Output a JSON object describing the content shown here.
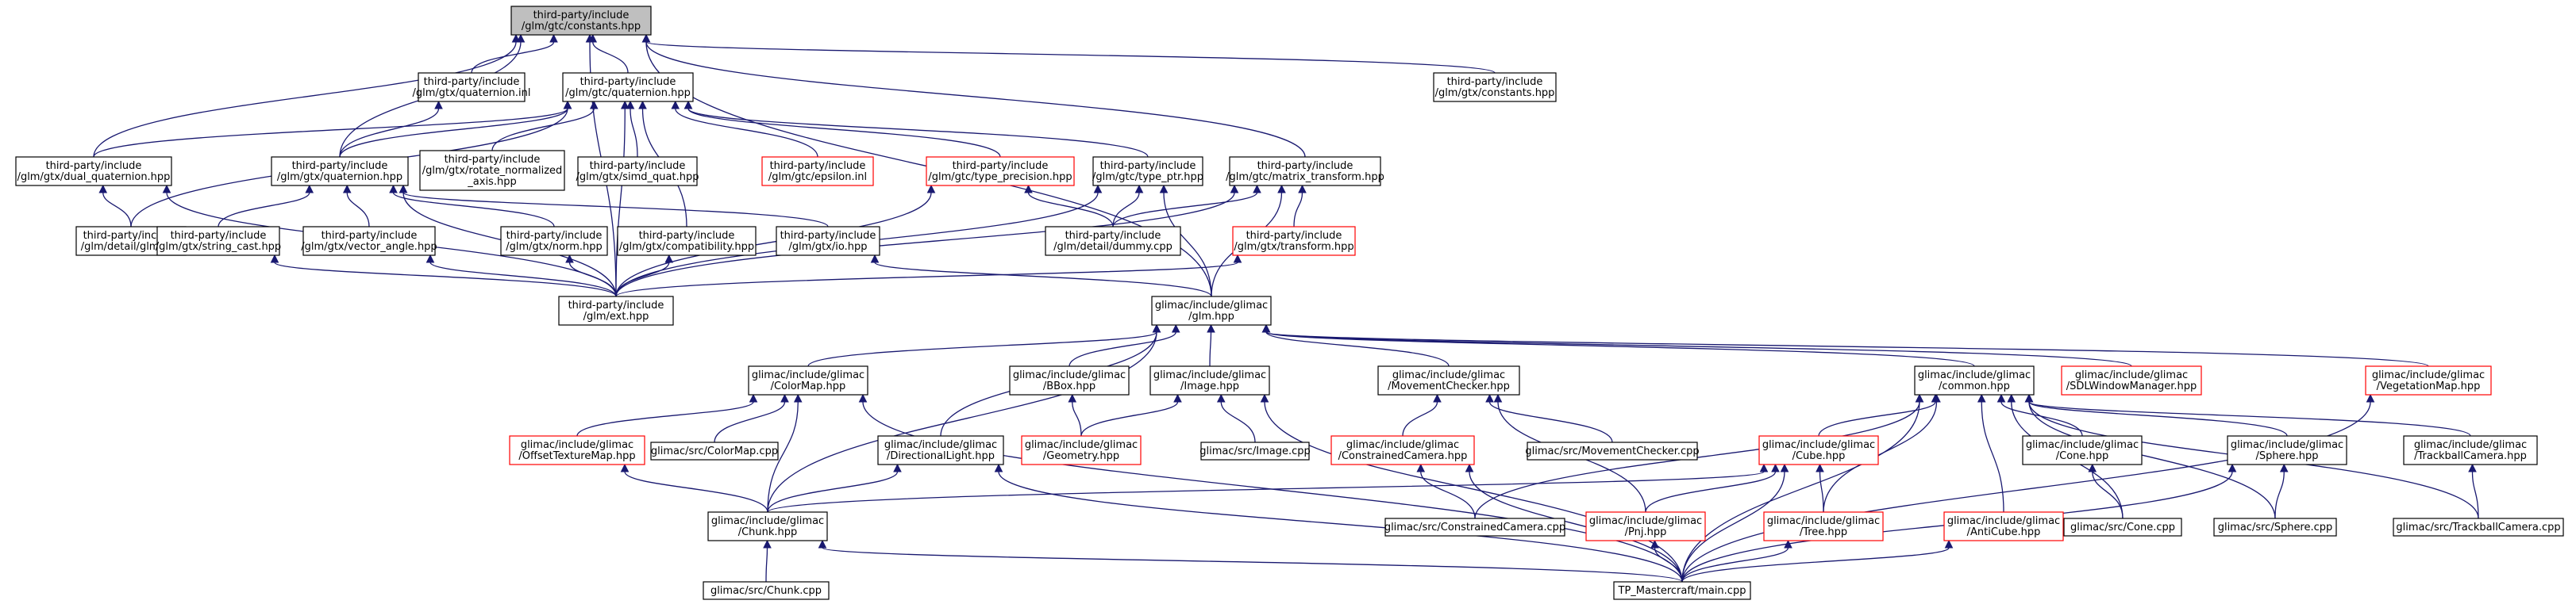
{
  "diagram": {
    "nodes": [
      {
        "id": "root",
        "lines": [
          "third-party/include",
          "/glm/gtc/constants.hpp"
        ],
        "style": "root"
      },
      {
        "id": "quatinl",
        "lines": [
          "third-party/include",
          "/glm/gtx/quaternion.inl"
        ],
        "style": "black"
      },
      {
        "id": "gtcquat",
        "lines": [
          "third-party/include",
          "/glm/gtc/quaternion.hpp"
        ],
        "style": "black"
      },
      {
        "id": "gtxconst",
        "lines": [
          "third-party/include",
          "/glm/gtx/constants.hpp"
        ],
        "style": "black"
      },
      {
        "id": "dualq",
        "lines": [
          "third-party/include",
          "/glm/gtx/dual_quaternion.hpp"
        ],
        "style": "black"
      },
      {
        "id": "gtxquat",
        "lines": [
          "third-party/include",
          "/glm/gtx/quaternion.hpp"
        ],
        "style": "black"
      },
      {
        "id": "rotnorm",
        "lines": [
          "third-party/include",
          "/glm/gtx/rotate_normalized",
          "_axis.hpp"
        ],
        "style": "black"
      },
      {
        "id": "simdq",
        "lines": [
          "third-party/include",
          "/glm/gtx/simd_quat.hpp"
        ],
        "style": "black"
      },
      {
        "id": "epsinl",
        "lines": [
          "third-party/include",
          "/glm/gtc/epsilon.inl"
        ],
        "style": "red"
      },
      {
        "id": "typeprec",
        "lines": [
          "third-party/include",
          "/glm/gtc/type_precision.hpp"
        ],
        "style": "red"
      },
      {
        "id": "typeptr",
        "lines": [
          "third-party/include",
          "/glm/gtc/type_ptr.hpp"
        ],
        "style": "black"
      },
      {
        "id": "mattrans",
        "lines": [
          "third-party/include",
          "/glm/gtc/matrix_transform.hpp"
        ],
        "style": "black"
      },
      {
        "id": "glmcpp",
        "lines": [
          "third-party/include",
          "/glm/detail/glm.cpp"
        ],
        "style": "black"
      },
      {
        "id": "strcast",
        "lines": [
          "third-party/include",
          "/glm/gtx/string_cast.hpp"
        ],
        "style": "black"
      },
      {
        "id": "vecang",
        "lines": [
          "third-party/include",
          "/glm/gtx/vector_angle.hpp"
        ],
        "style": "black"
      },
      {
        "id": "norm",
        "lines": [
          "third-party/include",
          "/glm/gtx/norm.hpp"
        ],
        "style": "black"
      },
      {
        "id": "compat",
        "lines": [
          "third-party/include",
          "/glm/gtx/compatibility.hpp"
        ],
        "style": "black"
      },
      {
        "id": "io",
        "lines": [
          "third-party/include",
          "/glm/gtx/io.hpp"
        ],
        "style": "black"
      },
      {
        "id": "dummy",
        "lines": [
          "third-party/include",
          "/glm/detail/dummy.cpp"
        ],
        "style": "black"
      },
      {
        "id": "gtxtrans",
        "lines": [
          "third-party/include",
          "/glm/gtx/transform.hpp"
        ],
        "style": "red"
      },
      {
        "id": "ext",
        "lines": [
          "third-party/include",
          "/glm/ext.hpp"
        ],
        "style": "black"
      },
      {
        "id": "glmhpp",
        "lines": [
          "glimac/include/glimac",
          "/glm.hpp"
        ],
        "style": "black"
      },
      {
        "id": "colormap",
        "lines": [
          "glimac/include/glimac",
          "/ColorMap.hpp"
        ],
        "style": "black"
      },
      {
        "id": "bbox",
        "lines": [
          "glimac/include/glimac",
          "/BBox.hpp"
        ],
        "style": "black"
      },
      {
        "id": "image",
        "lines": [
          "glimac/include/glimac",
          "/Image.hpp"
        ],
        "style": "black"
      },
      {
        "id": "movchk",
        "lines": [
          "glimac/include/glimac",
          "/MovementChecker.hpp"
        ],
        "style": "black"
      },
      {
        "id": "common",
        "lines": [
          "glimac/include/glimac",
          "/common.hpp"
        ],
        "style": "black"
      },
      {
        "id": "sdlwm",
        "lines": [
          "glimac/include/glimac",
          "/SDLWindowManager.hpp"
        ],
        "style": "red"
      },
      {
        "id": "vegmap",
        "lines": [
          "glimac/include/glimac",
          "/VegetationMap.hpp"
        ],
        "style": "red"
      },
      {
        "id": "offtex",
        "lines": [
          "glimac/include/glimac",
          "/OffsetTextureMap.hpp"
        ],
        "style": "red"
      },
      {
        "id": "colormapcpp",
        "lines": [
          "glimac/src/ColorMap.cpp"
        ],
        "style": "black"
      },
      {
        "id": "dirlight",
        "lines": [
          "glimac/include/glimac",
          "/DirectionalLight.hpp"
        ],
        "style": "black"
      },
      {
        "id": "geometry",
        "lines": [
          "glimac/include/glimac",
          "/Geometry.hpp"
        ],
        "style": "red"
      },
      {
        "id": "imagecpp",
        "lines": [
          "glimac/src/Image.cpp"
        ],
        "style": "black"
      },
      {
        "id": "concam",
        "lines": [
          "glimac/include/glimac",
          "/ConstrainedCamera.hpp"
        ],
        "style": "red"
      },
      {
        "id": "movchkcpp",
        "lines": [
          "glimac/src/MovementChecker.cpp"
        ],
        "style": "black"
      },
      {
        "id": "cube",
        "lines": [
          "glimac/include/glimac",
          "/Cube.hpp"
        ],
        "style": "red"
      },
      {
        "id": "cone",
        "lines": [
          "glimac/include/glimac",
          "/Cone.hpp"
        ],
        "style": "black"
      },
      {
        "id": "sphere",
        "lines": [
          "glimac/include/glimac",
          "/Sphere.hpp"
        ],
        "style": "black"
      },
      {
        "id": "trackcam",
        "lines": [
          "glimac/include/glimac",
          "/TrackballCamera.hpp"
        ],
        "style": "black"
      },
      {
        "id": "chunk",
        "lines": [
          "glimac/include/glimac",
          "/Chunk.hpp"
        ],
        "style": "black"
      },
      {
        "id": "concamcpp",
        "lines": [
          "glimac/src/ConstrainedCamera.cpp"
        ],
        "style": "black"
      },
      {
        "id": "pnj",
        "lines": [
          "glimac/include/glimac",
          "/Pnj.hpp"
        ],
        "style": "red"
      },
      {
        "id": "tree",
        "lines": [
          "glimac/include/glimac",
          "/Tree.hpp"
        ],
        "style": "red"
      },
      {
        "id": "anticube",
        "lines": [
          "glimac/include/glimac",
          "/AntiCube.hpp"
        ],
        "style": "red"
      },
      {
        "id": "conecpp",
        "lines": [
          "glimac/src/Cone.cpp"
        ],
        "style": "black"
      },
      {
        "id": "spherecpp",
        "lines": [
          "glimac/src/Sphere.cpp"
        ],
        "style": "black"
      },
      {
        "id": "trackcamcpp",
        "lines": [
          "glimac/src/TrackballCamera.cpp"
        ],
        "style": "black"
      },
      {
        "id": "chunkcpp",
        "lines": [
          "glimac/src/Chunk.cpp"
        ],
        "style": "black"
      },
      {
        "id": "main",
        "lines": [
          "TP_Mastercraft/main.cpp"
        ],
        "style": "black"
      }
    ],
    "edges": [
      [
        "quatinl",
        "root"
      ],
      [
        "gtcquat",
        "root"
      ],
      [
        "gtxconst",
        "root"
      ],
      [
        "dualq",
        "root"
      ],
      [
        "gtxquat",
        "root"
      ],
      [
        "mattrans",
        "root"
      ],
      [
        "glmhpp",
        "root"
      ],
      [
        "ext",
        "root"
      ],
      [
        "gtxquat",
        "quatinl"
      ],
      [
        "dualq",
        "gtcquat"
      ],
      [
        "gtxquat",
        "gtcquat"
      ],
      [
        "rotnorm",
        "gtcquat"
      ],
      [
        "simdq",
        "gtcquat"
      ],
      [
        "epsinl",
        "gtcquat"
      ],
      [
        "typeprec",
        "gtcquat"
      ],
      [
        "typeptr",
        "gtcquat"
      ],
      [
        "glmcpp",
        "gtcquat"
      ],
      [
        "compat",
        "gtcquat"
      ],
      [
        "ext",
        "gtcquat"
      ],
      [
        "glmcpp",
        "dualq"
      ],
      [
        "ext",
        "dualq"
      ],
      [
        "strcast",
        "gtxquat"
      ],
      [
        "vecang",
        "gtxquat"
      ],
      [
        "norm",
        "gtxquat"
      ],
      [
        "io",
        "gtxquat"
      ],
      [
        "ext",
        "gtxquat"
      ],
      [
        "dummy",
        "typeprec"
      ],
      [
        "ext",
        "typeprec"
      ],
      [
        "dummy",
        "typeptr"
      ],
      [
        "ext",
        "typeptr"
      ],
      [
        "glmhpp",
        "typeptr"
      ],
      [
        "dummy",
        "mattrans"
      ],
      [
        "gtxtrans",
        "mattrans"
      ],
      [
        "ext",
        "mattrans"
      ],
      [
        "glmhpp",
        "mattrans"
      ],
      [
        "ext",
        "strcast"
      ],
      [
        "ext",
        "vecang"
      ],
      [
        "ext",
        "norm"
      ],
      [
        "ext",
        "compat"
      ],
      [
        "ext",
        "gtxtrans"
      ],
      [
        "glmhpp",
        "io"
      ],
      [
        "colormap",
        "glmhpp"
      ],
      [
        "bbox",
        "glmhpp"
      ],
      [
        "image",
        "glmhpp"
      ],
      [
        "movchk",
        "glmhpp"
      ],
      [
        "common",
        "glmhpp"
      ],
      [
        "sdlwm",
        "glmhpp"
      ],
      [
        "vegmap",
        "glmhpp"
      ],
      [
        "dirlight",
        "glmhpp"
      ],
      [
        "chunk",
        "glmhpp"
      ],
      [
        "offtex",
        "colormap"
      ],
      [
        "colormapcpp",
        "colormap"
      ],
      [
        "chunk",
        "colormap"
      ],
      [
        "main",
        "colormap"
      ],
      [
        "geometry",
        "bbox"
      ],
      [
        "geometry",
        "image"
      ],
      [
        "imagecpp",
        "image"
      ],
      [
        "main",
        "image"
      ],
      [
        "concam",
        "movchk"
      ],
      [
        "movchkcpp",
        "movchk"
      ],
      [
        "pnj",
        "movchk"
      ],
      [
        "cube",
        "common"
      ],
      [
        "cone",
        "common"
      ],
      [
        "sphere",
        "common"
      ],
      [
        "trackcam",
        "common"
      ],
      [
        "concamcpp",
        "common"
      ],
      [
        "tree",
        "common"
      ],
      [
        "anticube",
        "common"
      ],
      [
        "conecpp",
        "common"
      ],
      [
        "spherecpp",
        "common"
      ],
      [
        "trackcamcpp",
        "common"
      ],
      [
        "main",
        "common"
      ],
      [
        "main",
        "vegmap"
      ],
      [
        "chunk",
        "offtex"
      ],
      [
        "chunk",
        "dirlight"
      ],
      [
        "main",
        "dirlight"
      ],
      [
        "concamcpp",
        "concam"
      ],
      [
        "main",
        "concam"
      ],
      [
        "chunk",
        "cube"
      ],
      [
        "pnj",
        "cube"
      ],
      [
        "tree",
        "cube"
      ],
      [
        "main",
        "cube"
      ],
      [
        "conecpp",
        "cone"
      ],
      [
        "spherecpp",
        "sphere"
      ],
      [
        "main",
        "sphere"
      ],
      [
        "trackcamcpp",
        "trackcam"
      ],
      [
        "chunkcpp",
        "chunk"
      ],
      [
        "main",
        "chunk"
      ],
      [
        "main",
        "pnj"
      ],
      [
        "main",
        "tree"
      ],
      [
        "main",
        "anticube"
      ]
    ]
  },
  "colors": {
    "edge": "#191970",
    "border": "#000000",
    "border_red": "#ff0000",
    "root_fill": "#bfbfbf",
    "fill": "#ffffff"
  }
}
